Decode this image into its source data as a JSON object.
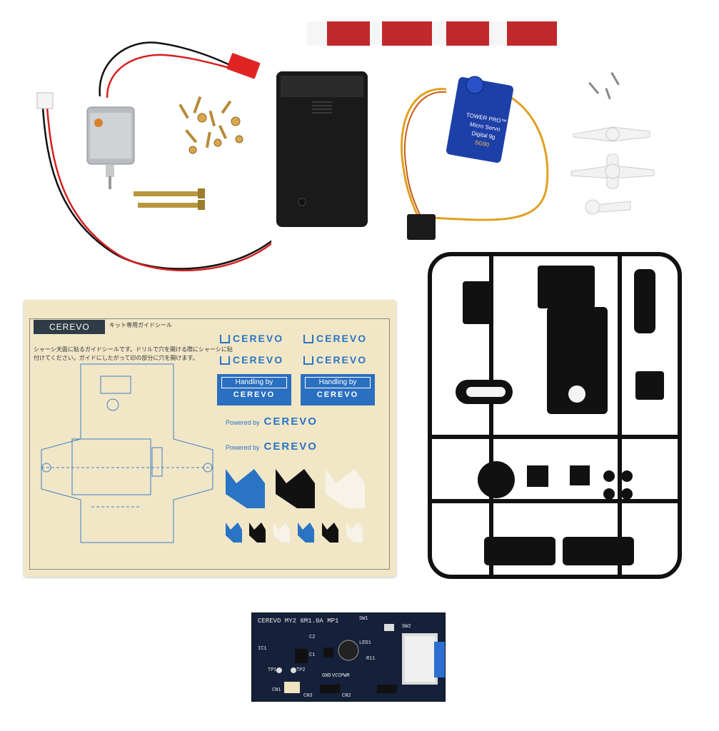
{
  "scene": {
    "description_items": [
      "motor-with-wires",
      "screws-and-nuts",
      "long-bolts",
      "battery-box",
      "tape-strip",
      "micro-servo",
      "servo-horns",
      "plastic-parts-sprue",
      "sticker-sheet",
      "circuit-board"
    ]
  },
  "servo": {
    "brand": "TOWER PRO™",
    "model": "Micro Servo",
    "spec": "Digital 9g",
    "code": "SG90"
  },
  "sheet": {
    "brand": "CEREVO",
    "label": "キット専用ガイドシール",
    "note": "シャーシ天面に貼るガイドシールです。ドリルで穴を開ける際にシャーシに貼付けてください。ガイドにしたがって印の部分に穴を開けます。",
    "logos": [
      "CEREVO",
      "CEREVO",
      "CEREVO",
      "CEREVO"
    ],
    "handling_by": [
      "Handling by",
      "Handling by"
    ],
    "handling_brand": [
      "CEREVO",
      "CEREVO"
    ],
    "powered_by": [
      "Powered by",
      "Powered by"
    ],
    "powered_brand": [
      "CEREVO",
      "CEREVO"
    ]
  },
  "pcb": {
    "title": "CEREVO MY2 6M1.0A MP1",
    "labels": [
      "SW1",
      "SW2",
      "C2",
      "C1",
      "LED1",
      "R11",
      "IC1",
      "TP1",
      "TP2",
      "CN1",
      "CN2",
      "CN3",
      "GND",
      "VCC",
      "PWM"
    ]
  },
  "colors": {
    "sheet_bg": "#f1e7c7",
    "cerevo_blue": "#2a74c4",
    "pcb_blue": "#15203a",
    "servo_blue": "#1d3fa8",
    "tape_red": "#c0292b"
  }
}
